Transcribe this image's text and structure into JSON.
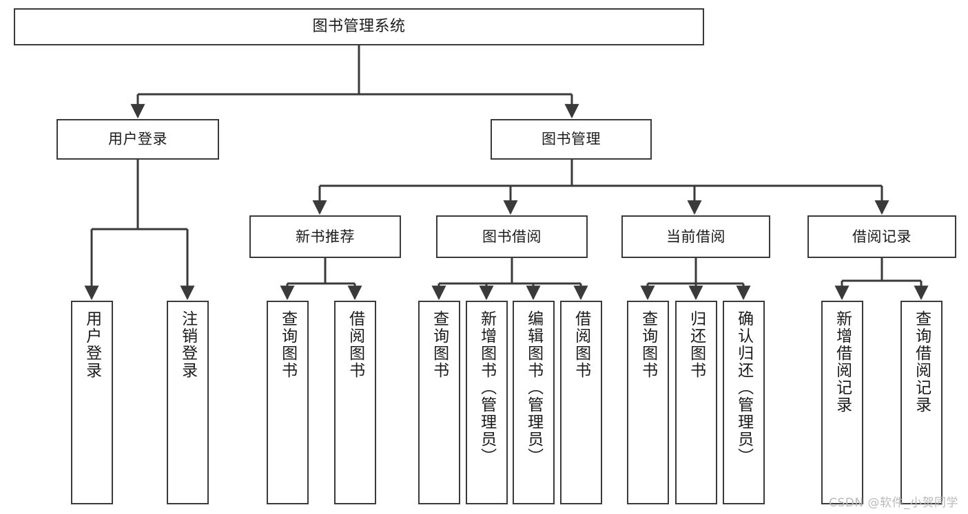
{
  "diagram": {
    "title": "图书管理系统",
    "watermark": "CSDN @软件_小贺同学",
    "stroke_color": "#3a3a3a",
    "background_color": "#ffffff",
    "text_color": "#1b1b1b",
    "watermark_color": "#b9b9b9"
  },
  "nodes": {
    "root": {
      "label": "图书管理系统"
    },
    "level1": [
      {
        "label": "用户登录"
      },
      {
        "label": "图书管理"
      }
    ],
    "level2": [
      {
        "label": "新书推荐"
      },
      {
        "label": "图书借阅"
      },
      {
        "label": "当前借阅"
      },
      {
        "label": "借阅记录"
      }
    ],
    "leaves": {
      "user_login": [
        {
          "label": "用户登录"
        },
        {
          "label": "注销登录"
        }
      ],
      "new_book": [
        {
          "label": "查询图书"
        },
        {
          "label": "借阅图书"
        }
      ],
      "book_borrow": [
        {
          "label": "查询图书"
        },
        {
          "label": "新增图书（管理员）"
        },
        {
          "label": "编辑图书（管理员）"
        },
        {
          "label": "借阅图书"
        }
      ],
      "current_borrow": [
        {
          "label": "查询图书"
        },
        {
          "label": "归还图书"
        },
        {
          "label": "确认归还（管理员）"
        }
      ],
      "borrow_record": [
        {
          "label": "新增借阅记录"
        },
        {
          "label": "查询借阅记录"
        }
      ]
    }
  }
}
